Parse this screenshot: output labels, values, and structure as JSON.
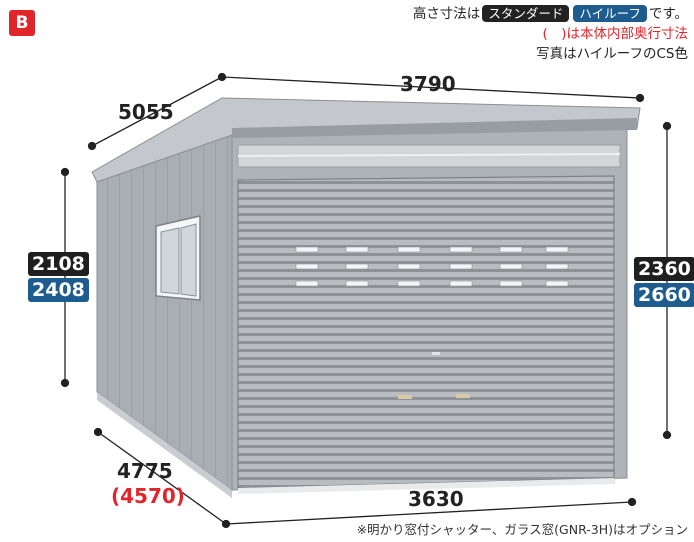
{
  "brand": {
    "logo_text": "B"
  },
  "header": {
    "line1_prefix": "高さ寸法は",
    "badge_standard": "スタンダード",
    "badge_high_roof": "ハイルーフ",
    "line1_suffix": "です。",
    "line2": "(　)は本体内部奥行寸法",
    "line3": "写真はハイルーフのCS色"
  },
  "dimensions": {
    "top_width": "3790",
    "top_depth": "5055",
    "left_height_standard": "2108",
    "left_height_high": "2408",
    "right_height_standard": "2360",
    "right_height_high": "2660",
    "bottom_depth": "4775",
    "bottom_depth_inner": "(4570)",
    "bottom_width": "3630"
  },
  "footnote": "※明かり窓付シャッター、ガラス窓(GNR-3H)はオプション",
  "colors": {
    "brand_red": "#e0262a",
    "standard_badge": "#1f1f1f",
    "high_roof_badge": "#1e5b8e",
    "shed_body": "#a7acb1"
  }
}
